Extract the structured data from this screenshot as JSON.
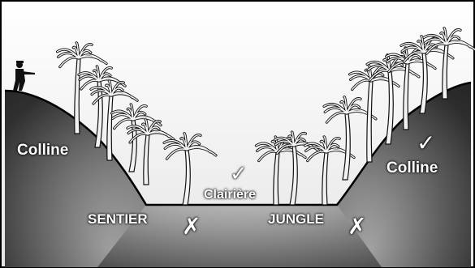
{
  "labels": {
    "hill_left": "Colline",
    "hill_right": "Colline",
    "clearing": "Clairière",
    "path": "SENTIER",
    "jungle": "JUNGLE"
  },
  "marks": {
    "check": "✓",
    "cross": "✗"
  },
  "colors": {
    "ink": "#000000",
    "paper": "#ffffff",
    "terrain_dark": "#3a3a3a",
    "terrain_light": "#bdbdbd"
  }
}
